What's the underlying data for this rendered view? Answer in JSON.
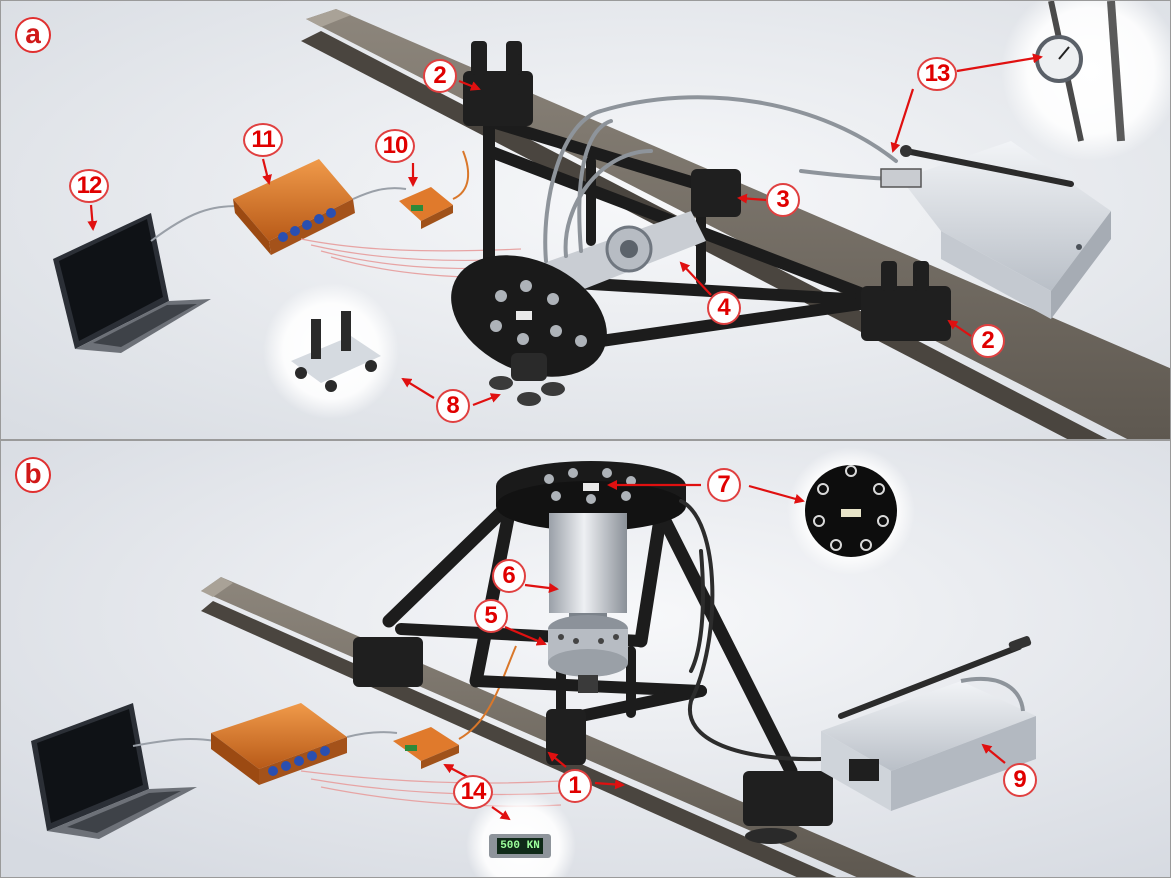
{
  "panels": [
    {
      "letter": "a"
    },
    {
      "letter": "b"
    }
  ],
  "callouts": {
    "a": [
      "2",
      "2",
      "3",
      "4",
      "8",
      "10",
      "11",
      "12",
      "13"
    ],
    "b": [
      "1",
      "5",
      "6",
      "7",
      "9",
      "14"
    ]
  },
  "display_reading": "500 KN",
  "colors": {
    "arrow": "#e01010",
    "callout_text": "#e00000",
    "frame": "#1c1c1c",
    "rail": "#6e6860",
    "daq_unit": "#d9772a",
    "connector": "#2a4fb0",
    "pump_body": "#dfe3e8",
    "signal_lines": "#e7a4a4"
  }
}
